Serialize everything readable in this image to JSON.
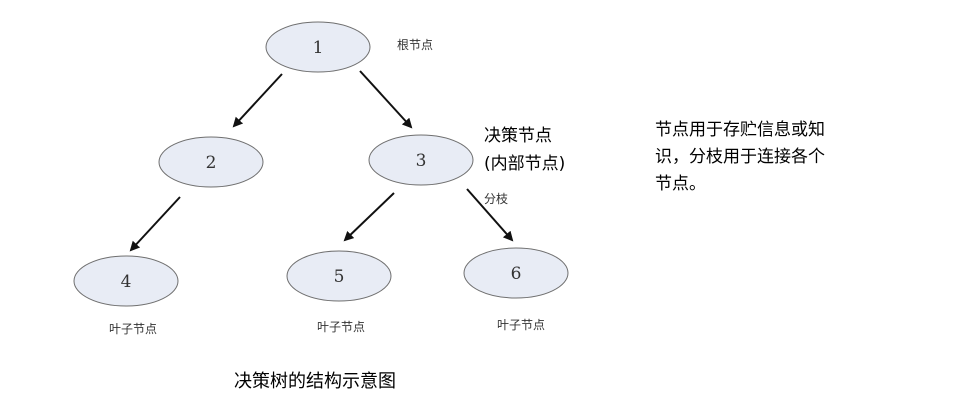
{
  "nodes": [
    {
      "id": "n1",
      "label": "1"
    },
    {
      "id": "n2",
      "label": "2"
    },
    {
      "id": "n3",
      "label": "3"
    },
    {
      "id": "n4",
      "label": "4"
    },
    {
      "id": "n5",
      "label": "5"
    },
    {
      "id": "n6",
      "label": "6"
    }
  ],
  "edges": [
    {
      "from": "n1",
      "to": "n2"
    },
    {
      "from": "n1",
      "to": "n3"
    },
    {
      "from": "n2",
      "to": "n4"
    },
    {
      "from": "n3",
      "to": "n5"
    },
    {
      "from": "n3",
      "to": "n6"
    }
  ],
  "annotations": {
    "root": "根节点",
    "decision_line1": "决策节点",
    "decision_line2": "(内部节点)",
    "branch": "分枝",
    "leaf_4": "叶子节点",
    "leaf_5": "叶子节点",
    "leaf_6": "叶子节点"
  },
  "note": {
    "line1": "节点用于存贮信息或知",
    "line2": "识，分枝用于连接各个",
    "line3": "节点。"
  },
  "caption": "决策树的结构示意图",
  "colors": {
    "node_fill": "#e8ecf5",
    "node_stroke": "#6f6f6f",
    "arrow": "#111111"
  }
}
